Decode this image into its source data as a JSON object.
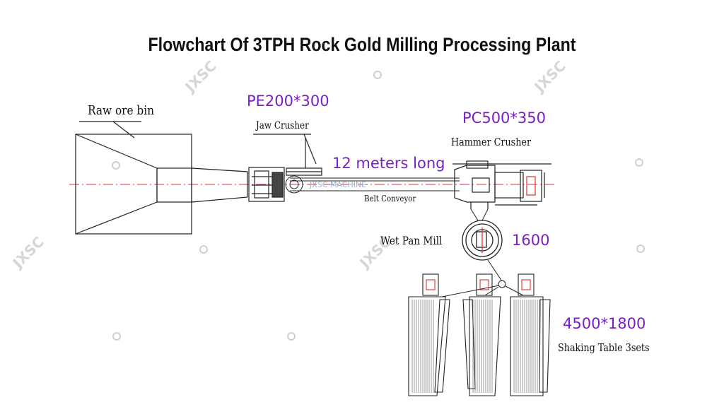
{
  "title": "Flowchart Of 3TPH Rock Gold Milling Processing Plant",
  "labels": {
    "raw_ore_bin": "Raw ore bin",
    "jaw_crusher": "Jaw Crusher",
    "jaw_spec": "PE200*300",
    "hammer_crusher": "Hammer  Crusher",
    "hammer_spec": "PC500*350",
    "conveyor_length": "12 meters long",
    "belt_conveyor": "Belt Conveyor",
    "wet_pan_mill": "Wet Pan Mill",
    "mill_spec": "1600",
    "table_spec": "4500*1800",
    "shaking_table": "Shaking Table 3sets"
  },
  "watermarks": {
    "brand": "JXSC",
    "center_text": "JXSC MACHINE"
  },
  "colors": {
    "annotation_purple": "#7b1fc4",
    "centerline_red": "#e23030",
    "line": "#222222",
    "watermark": "#d6d6d6"
  }
}
